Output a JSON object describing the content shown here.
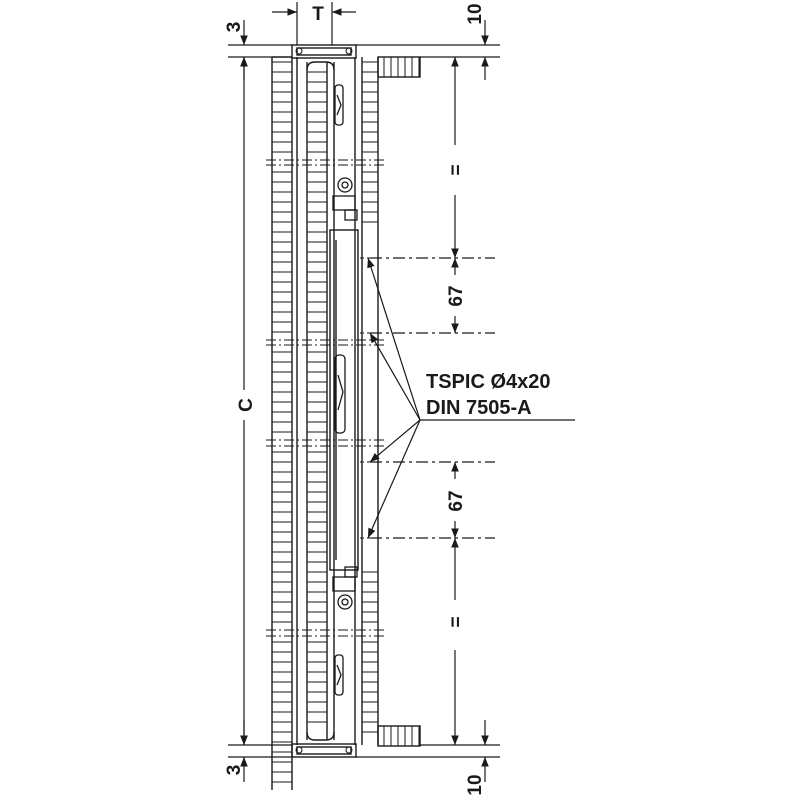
{
  "drawing": {
    "dimensions": {
      "top_gap": "3",
      "thickness": "T",
      "top_offset": "10",
      "overall_height": "C",
      "upper_spacing": "=",
      "upper_pitch": "67",
      "lower_pitch": "67",
      "lower_spacing": "=",
      "bottom_gap": "3",
      "bottom_offset": "10"
    },
    "callout": {
      "line1": "TSPIC Ø4x20",
      "line2": "DIN 7505-A"
    },
    "colors": {
      "line": "#1a1a1a",
      "background": "#ffffff"
    }
  }
}
